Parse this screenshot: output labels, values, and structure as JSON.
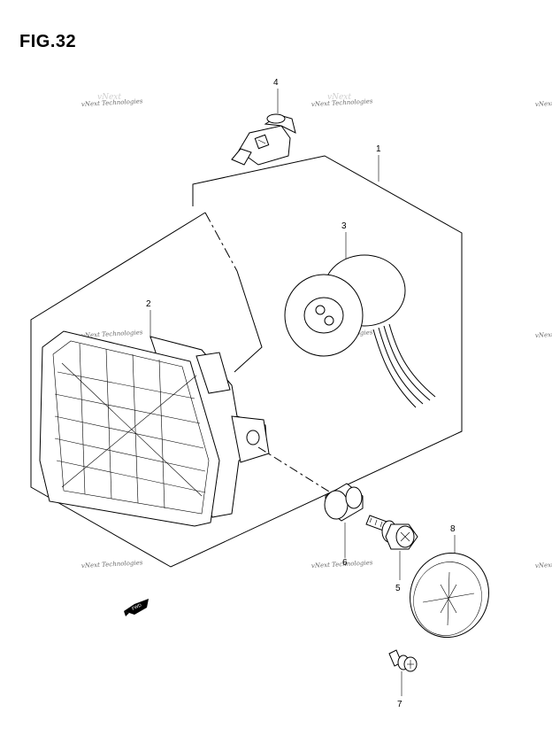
{
  "figure": {
    "title": "FIG.32"
  },
  "watermark": "vNext Technologies",
  "watermark_ghost": "vNext",
  "callouts": {
    "c1": "1",
    "c2": "2",
    "c3": "3",
    "c4": "4",
    "c5": "5",
    "c6": "6",
    "c7": "7",
    "c8": "8"
  },
  "fwd_label": "FWD"
}
